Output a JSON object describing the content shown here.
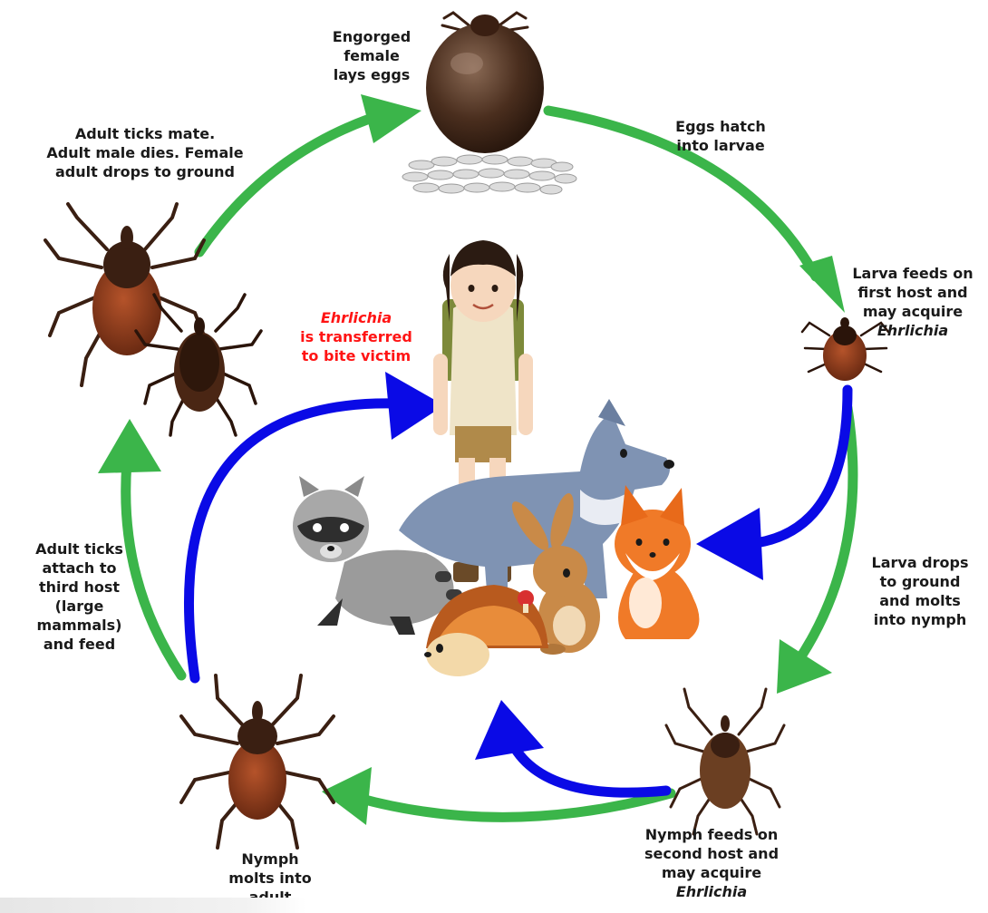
{
  "stages": {
    "eggs": [
      "Engorged",
      "female",
      "lays eggs"
    ],
    "hatch": [
      "Eggs hatch",
      "into larvae"
    ],
    "larva_feeds": {
      "lines": [
        "Larva feeds on",
        "first host and",
        "may acquire"
      ],
      "italic": "Ehrlichia"
    },
    "larva_drops": [
      "Larva drops",
      "to ground",
      "and molts",
      "into nymph"
    ],
    "nymph_feeds": {
      "lines": [
        "Nymph feeds on",
        "second host and",
        "may acquire"
      ],
      "italic": "Ehrlichia"
    },
    "nymph_molts": [
      "Nymph",
      "molts into",
      "adult"
    ],
    "adult_attach": [
      "Adult ticks",
      "attach to",
      "third host",
      "(large",
      "mammals)",
      "and feed"
    ],
    "adult_mate": [
      "Adult ticks mate.",
      "Adult male dies. Female",
      "adult drops to ground"
    ]
  },
  "transfer": {
    "italic": "Ehrlichia",
    "lines": [
      "is transferred",
      "to bite victim"
    ]
  },
  "colors": {
    "cycle_arrow": "#3bb54a",
    "transmission_arrow": "#0a0ae6",
    "transfer_text": "#ff1414",
    "tick_body": "#7a3a1e",
    "tick_scutum": "#3a1f12"
  }
}
